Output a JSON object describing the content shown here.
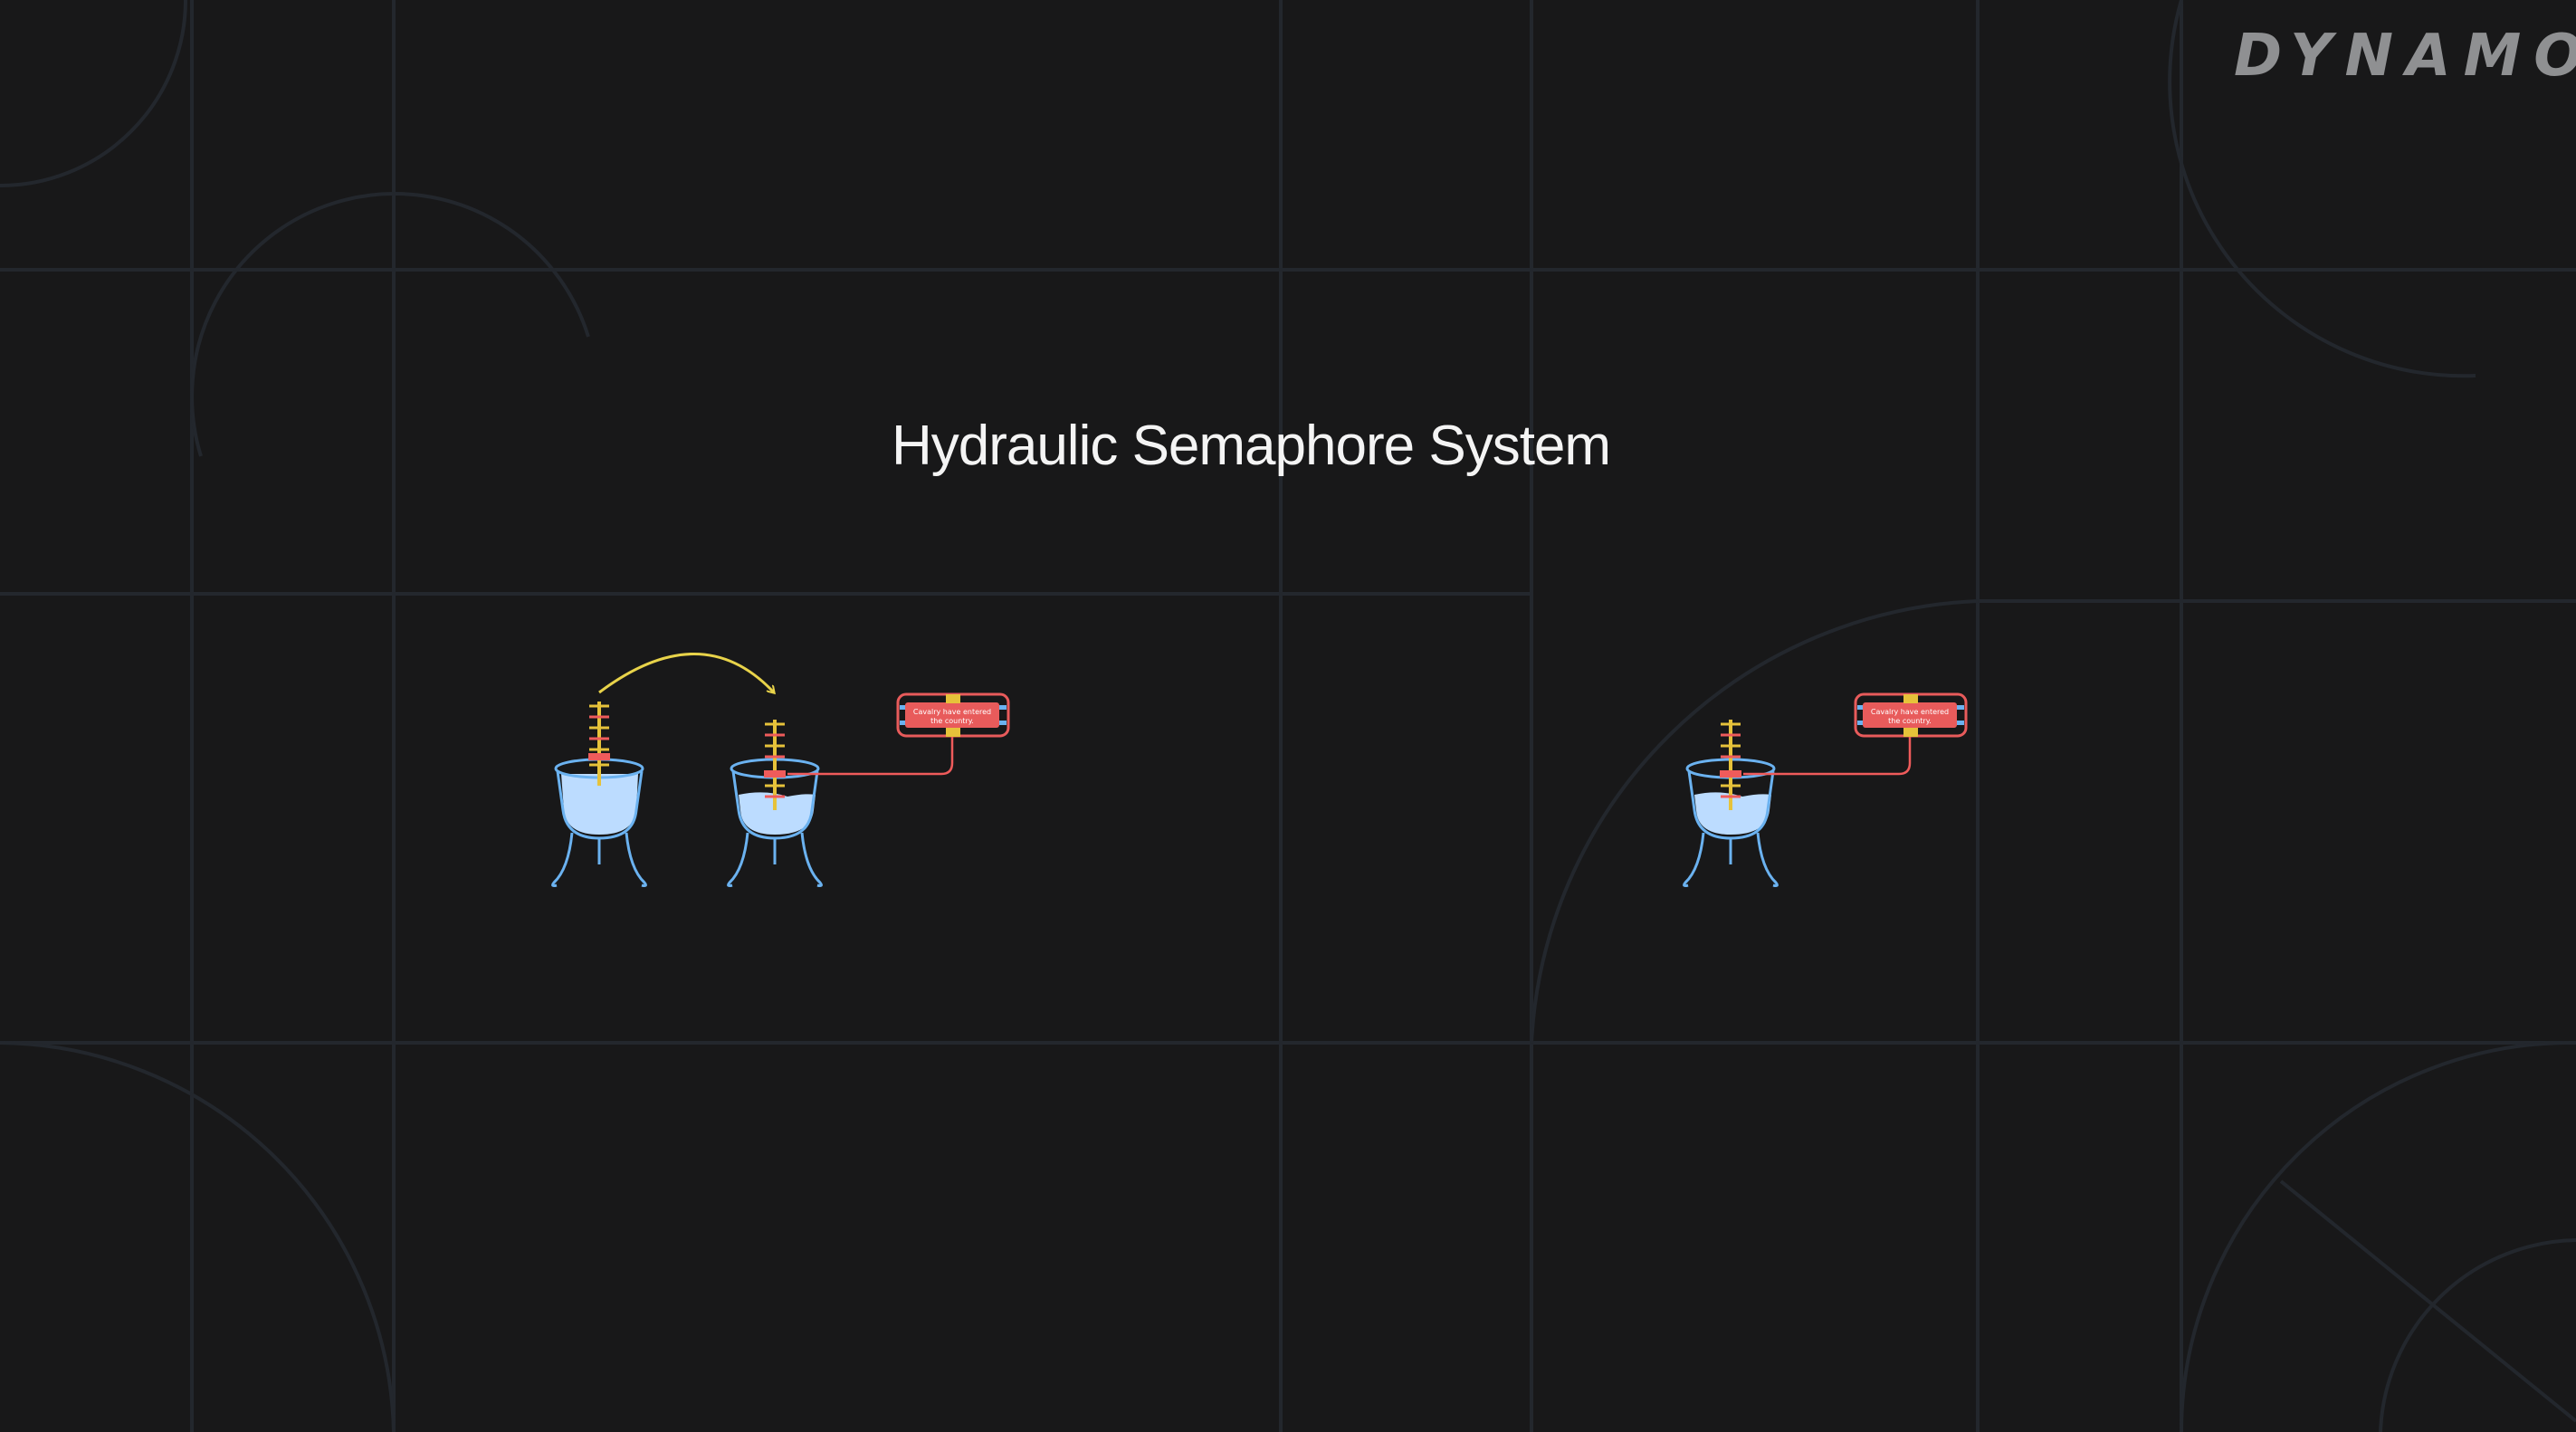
{
  "brand": {
    "logo_text": "DYNAMO"
  },
  "title": "Hydraulic Semaphore System",
  "colors": {
    "background": "#181819",
    "grid_line": "#23272d",
    "water": "#bcdcff",
    "vessel_outline": "#6bb2f0",
    "rod": "#e6c23a",
    "rod_marker": "#ef5b5b",
    "banner": "#e85b5b",
    "arrow": "#e8d34a"
  },
  "diagram": {
    "left_pair": {
      "source_vessel": {
        "water_level": 0.85
      },
      "receiving_vessel": {
        "water_level": 0.45
      },
      "transfer_arrow": true,
      "banner": {
        "line1": "Cavalry have entered",
        "line2": "the country."
      }
    },
    "right_single": {
      "vessel": {
        "water_level": 0.45
      },
      "banner": {
        "line1": "Cavalry have entered",
        "line2": "the country."
      }
    }
  }
}
